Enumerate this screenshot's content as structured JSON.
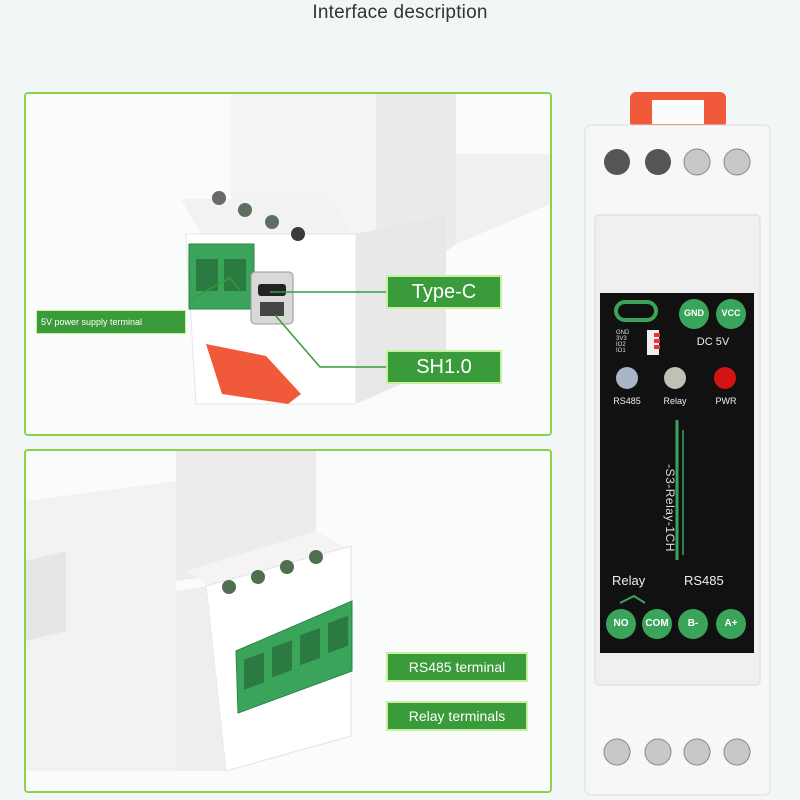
{
  "page": {
    "title": "Interface description"
  },
  "top_panel": {
    "callouts": {
      "power": "5V power supply terminal",
      "type_c": "Type-C",
      "sh10": "SH1.0"
    }
  },
  "bottom_panel": {
    "callouts": {
      "rs485": "RS485 terminal",
      "relay": "Relay terminals"
    }
  },
  "device": {
    "port_labels": {
      "gnd": "GND",
      "vcc": "VCC",
      "dc": "DC 5V"
    },
    "pins": [
      "GND",
      "3V3",
      "IO2",
      "IO1"
    ],
    "leds": {
      "rs485": "RS485",
      "relay": "Relay",
      "pwr": "PWR"
    },
    "product_name": "-S3-Relay-1CH",
    "section_labels": {
      "relay": "Relay",
      "rs485": "RS485"
    },
    "terminals": {
      "no": "NO",
      "com": "COM",
      "b": "B-",
      "a": "A+"
    }
  },
  "colors": {
    "accent_green": "#3a9b3a",
    "border_green": "#8bd14a",
    "clip_red": "#f05a3a"
  }
}
